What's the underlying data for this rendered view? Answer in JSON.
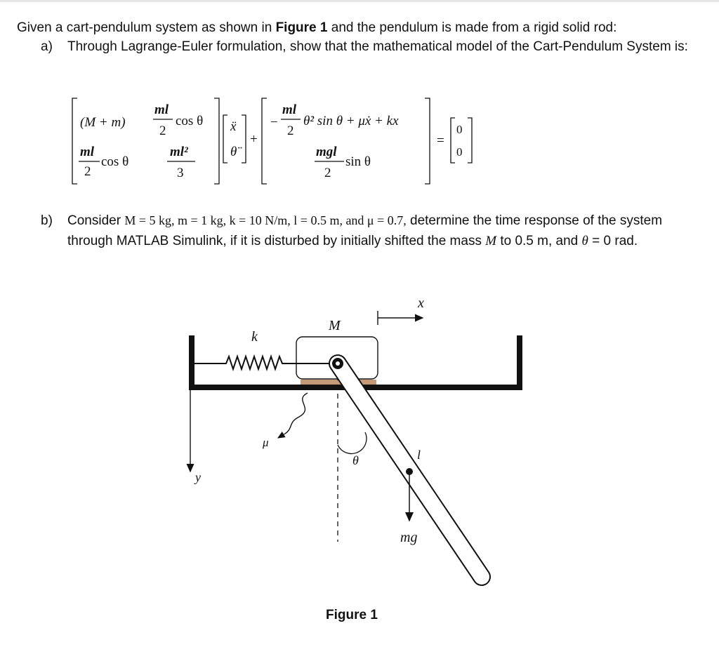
{
  "intro": {
    "before": "Given a cart-pendulum system as shown in ",
    "bold": "Figure 1",
    "after": " and the pendulum is made from a rigid solid rod:"
  },
  "part_a": {
    "label": "a)",
    "text": "Through Lagrange-Euler formulation, show that the mathematical model of the Cart-Pendulum System is:"
  },
  "equation": {
    "m11": "(M + m)",
    "m12_num": "ml",
    "m12_den": "2",
    "m12_fn": "cos θ",
    "m21_num": "ml",
    "m21_den": "2",
    "m21_fn": "cos θ",
    "m22_num": "ml²",
    "m22_den": "3",
    "v1": "ẍ",
    "v2": "θ̈",
    "plus": "+",
    "r1_sign": "−",
    "r1_num": "ml",
    "r1_den": "2",
    "r1_rest": "θ̇² sin θ + μẋ + kx",
    "r2_num": "mgl",
    "r2_den": "2",
    "r2_fn": "sin θ",
    "equals": "=",
    "z1": "0",
    "z2": "0"
  },
  "part_b": {
    "label": "b)",
    "t1": "Consider ",
    "vals": "M = 5 kg, m = 1 kg, k = 10 N/m, l = 0.5 m, and μ = 0.7,",
    "t2": " determine the time response of the system through MATLAB Simulink, if it is disturbed by initially shifted the mass ",
    "M": "M",
    "t3": " to 0.5 m, and ",
    "theta": "θ",
    "t4": " = 0 rad."
  },
  "figure": {
    "label_M": "M",
    "label_x": "x",
    "label_k": "k",
    "label_mu": "μ",
    "label_theta": "θ",
    "label_l": "l",
    "label_mg": "mg",
    "label_y": "y",
    "caption": "Figure 1"
  }
}
